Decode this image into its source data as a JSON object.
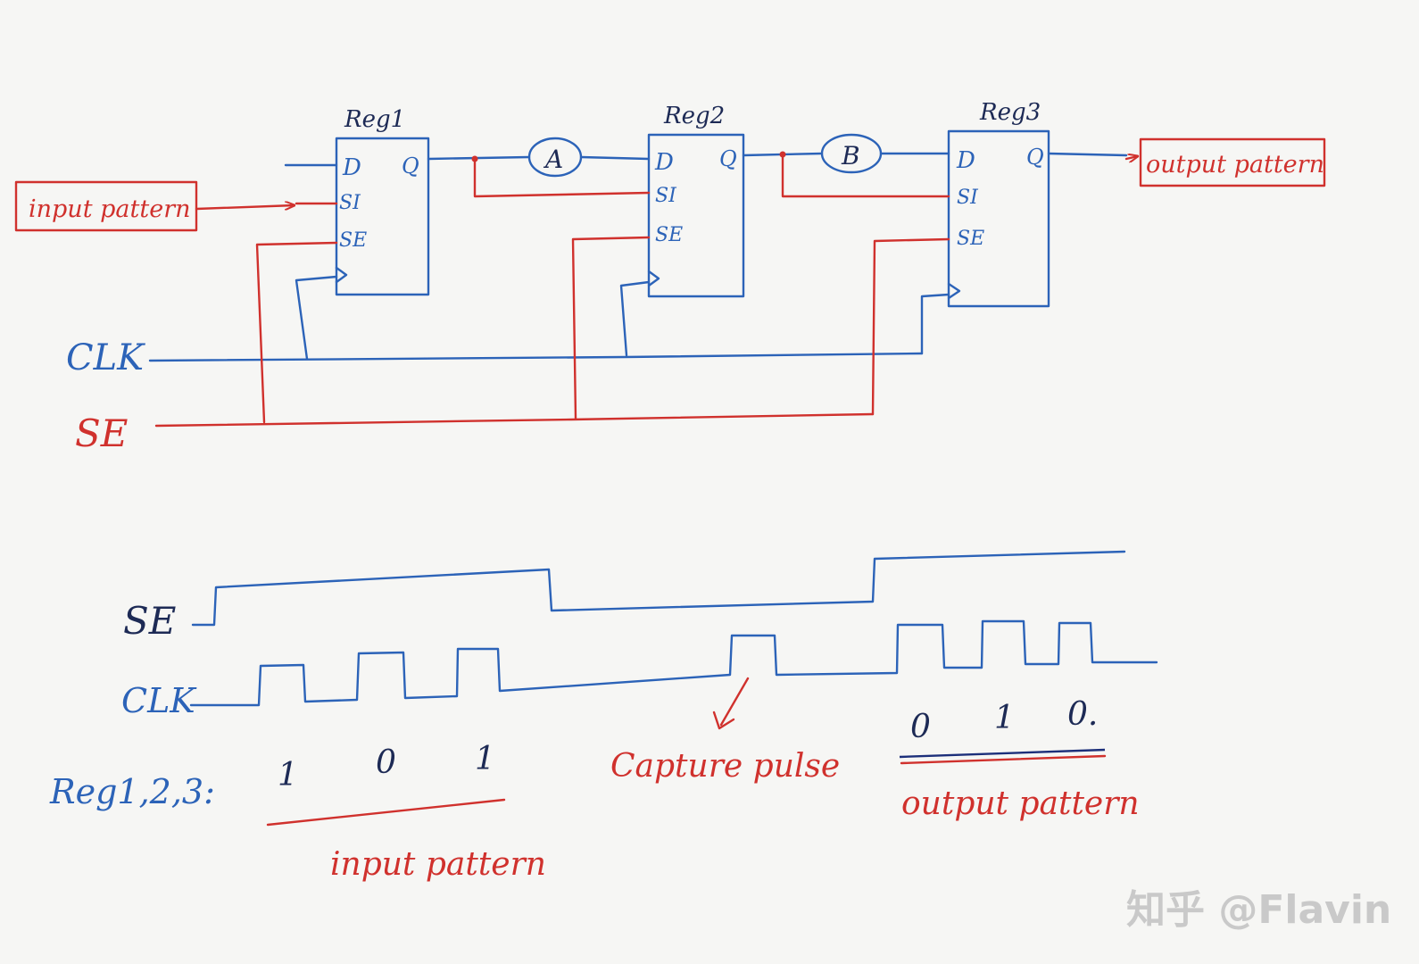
{
  "registers": [
    {
      "name": "Reg1",
      "pins": {
        "d": "D",
        "si": "SI",
        "se": "SE",
        "q": "Q"
      }
    },
    {
      "name": "Reg2",
      "pins": {
        "d": "D",
        "si": "SI",
        "se": "SE",
        "q": "Q"
      }
    },
    {
      "name": "Reg3",
      "pins": {
        "d": "D",
        "si": "SI",
        "se": "SE",
        "q": "Q"
      }
    }
  ],
  "logic": {
    "a": "A",
    "b": "B"
  },
  "boxes": {
    "input": "input pattern",
    "output": "output pattern"
  },
  "signals": {
    "clk": "CLK",
    "se": "SE"
  },
  "timing": {
    "se_label": "SE",
    "clk_label": "CLK",
    "reg_label": "Reg1,2,3:",
    "input_bits": [
      "1",
      "0",
      "1"
    ],
    "output_bits": [
      "0",
      "1",
      "0."
    ],
    "capture_label": "Capture pulse",
    "input_label": "input pattern",
    "output_label": "output pattern"
  },
  "watermark": "知乎 @Flavin",
  "colors": {
    "blue": "#2c63b8",
    "red": "#d0312d",
    "dark_blue": "#1c2f7a"
  }
}
